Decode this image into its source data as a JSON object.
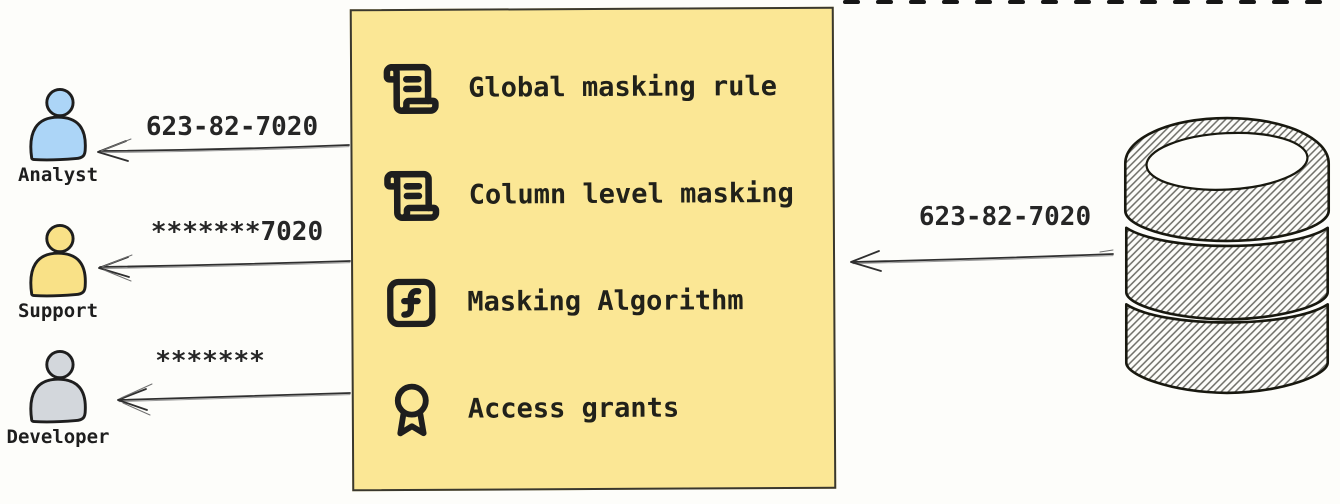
{
  "canvas": {
    "background": "#fdfdfa"
  },
  "colors": {
    "box_fill": "#fbe795",
    "box_border": "#3a382e",
    "outline": "#1e1e1e",
    "arrow_stroke": "#2f2f2f",
    "arrow_sketch_stroke": "#9a9a9a",
    "hatch_stroke": "#6e6e68",
    "analyst_fill": "#acd5f7",
    "support_fill": "#f9e187",
    "developer_fill": "#d3d7dc"
  },
  "personas": [
    {
      "label": "Analyst",
      "fill": "#acd5f7",
      "arrow_label": "623-82-7020"
    },
    {
      "label": "Support",
      "fill": "#f9e187",
      "arrow_label": "*******7020"
    },
    {
      "label": "Developer",
      "fill": "#d3d7dc",
      "arrow_label": "*******"
    }
  ],
  "masking_box": {
    "items": [
      {
        "icon": "scroll-text-icon",
        "label": "Global masking rule"
      },
      {
        "icon": "scroll-text-icon",
        "label": "Column level masking"
      },
      {
        "icon": "function-square-icon",
        "label": "Masking Algorithm"
      },
      {
        "icon": "award-icon",
        "label": "Access grants"
      }
    ]
  },
  "database": {
    "icon": "database-cylinder-icon",
    "arrow_label": "623-82-7020"
  }
}
